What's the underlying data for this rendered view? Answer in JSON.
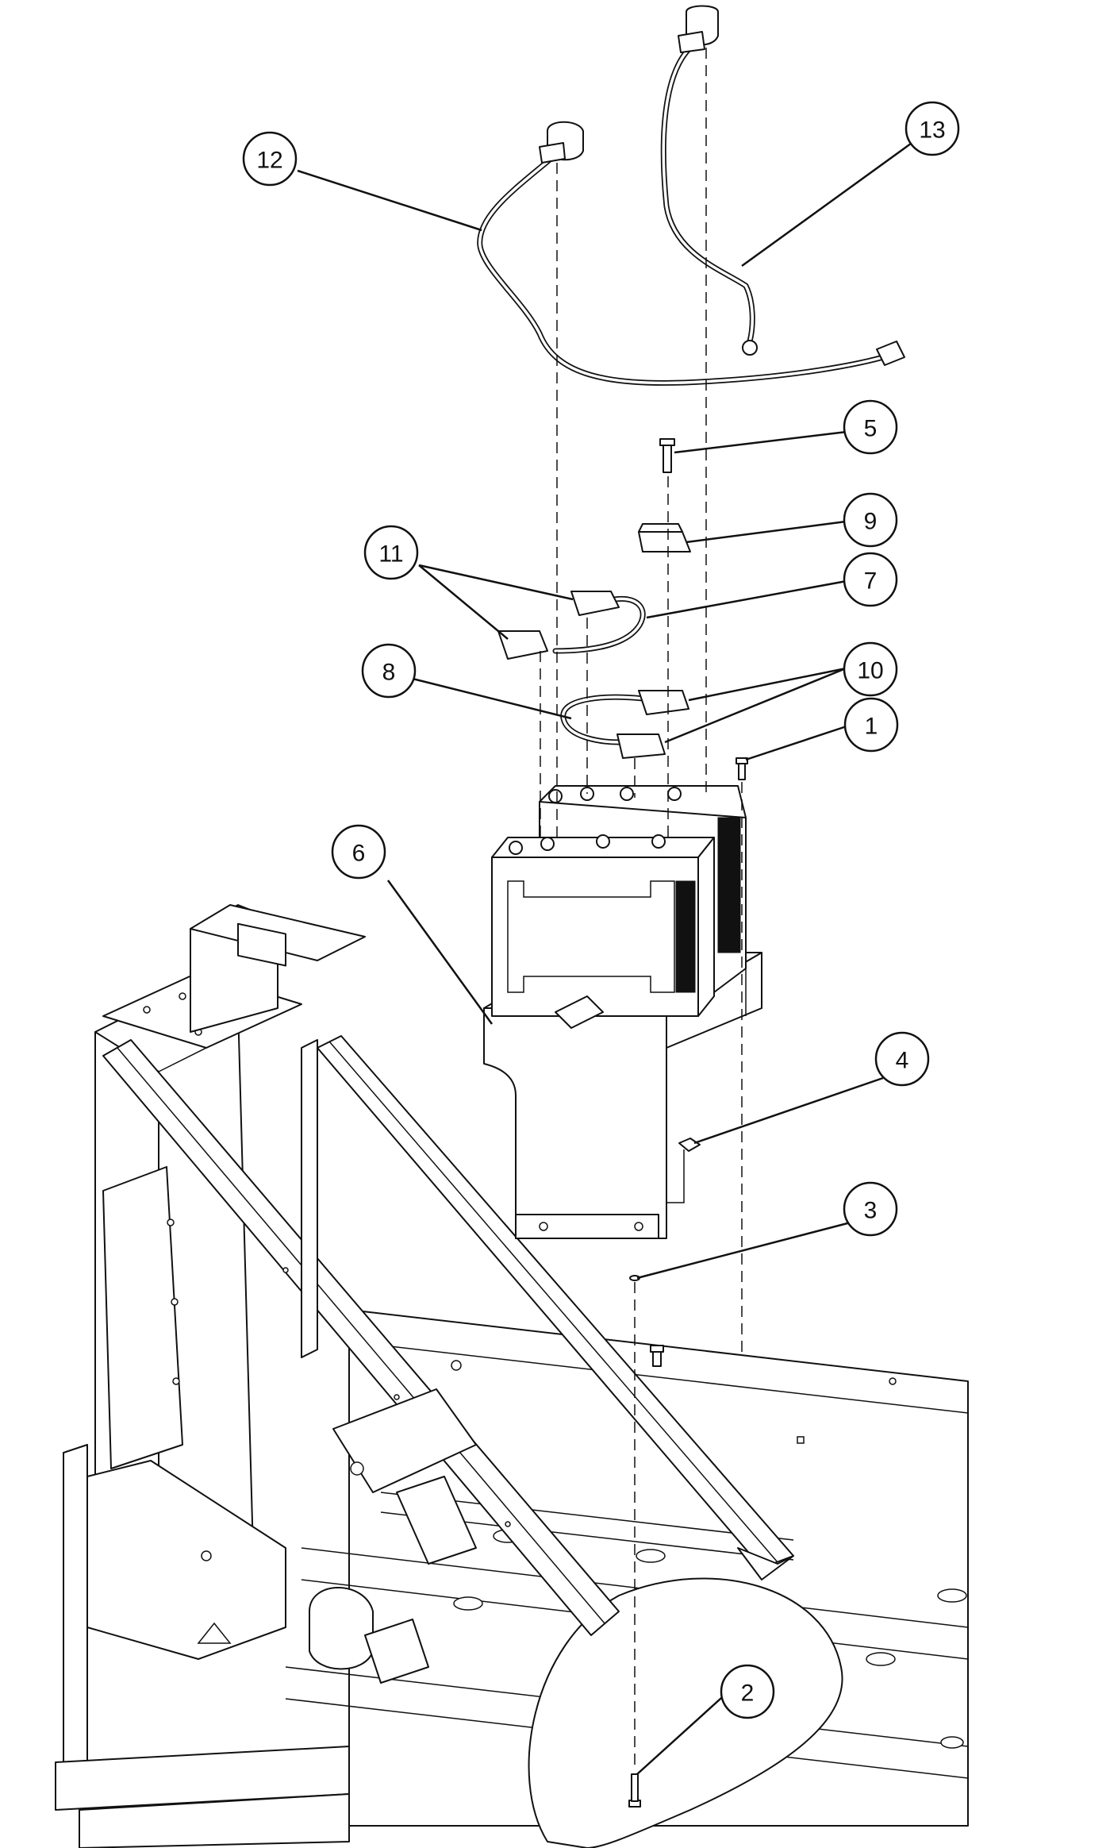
{
  "callouts": [
    {
      "label": "1"
    },
    {
      "label": "2"
    },
    {
      "label": "3"
    },
    {
      "label": "4"
    },
    {
      "label": "5"
    },
    {
      "label": "6"
    },
    {
      "label": "7"
    },
    {
      "label": "8"
    },
    {
      "label": "9"
    },
    {
      "label": "10"
    },
    {
      "label": "11"
    },
    {
      "label": "12"
    },
    {
      "label": "13"
    }
  ]
}
